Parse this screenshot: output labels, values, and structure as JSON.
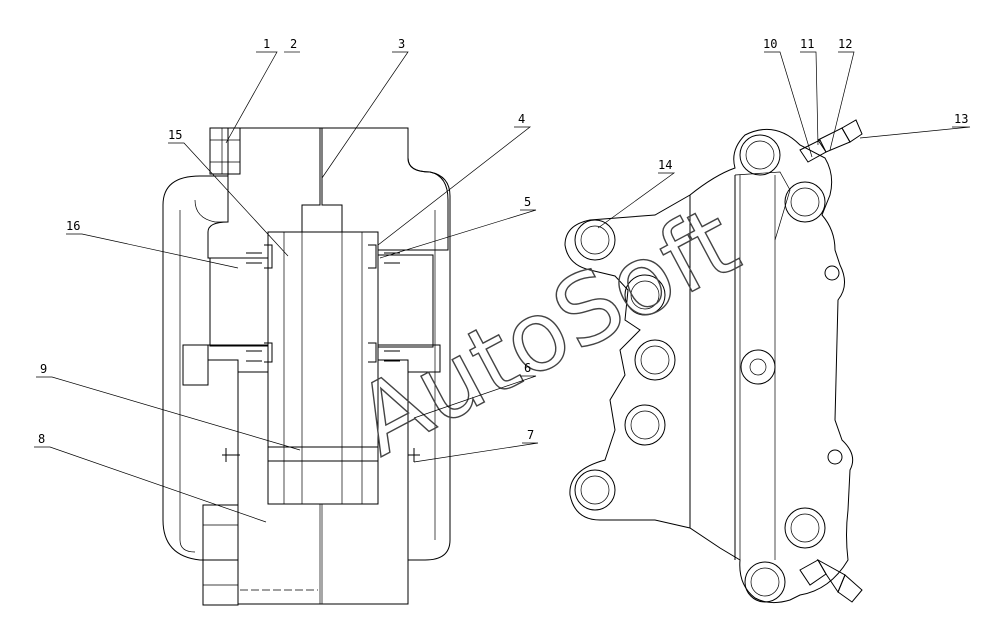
{
  "watermark": "AutoSoft",
  "callouts": [
    {
      "id": "c1",
      "text": "1"
    },
    {
      "id": "c2",
      "text": "2"
    },
    {
      "id": "c3",
      "text": "3"
    },
    {
      "id": "c4",
      "text": "4"
    },
    {
      "id": "c5",
      "text": "5"
    },
    {
      "id": "c6",
      "text": "6"
    },
    {
      "id": "c7",
      "text": "7"
    },
    {
      "id": "c8",
      "text": "8"
    },
    {
      "id": "c9",
      "text": "9"
    },
    {
      "id": "c10",
      "text": "10"
    },
    {
      "id": "c11",
      "text": "11"
    },
    {
      "id": "c12",
      "text": "12"
    },
    {
      "id": "c13",
      "text": "13"
    },
    {
      "id": "c14",
      "text": "14"
    },
    {
      "id": "c15",
      "text": "15"
    },
    {
      "id": "c16",
      "text": "16"
    }
  ]
}
